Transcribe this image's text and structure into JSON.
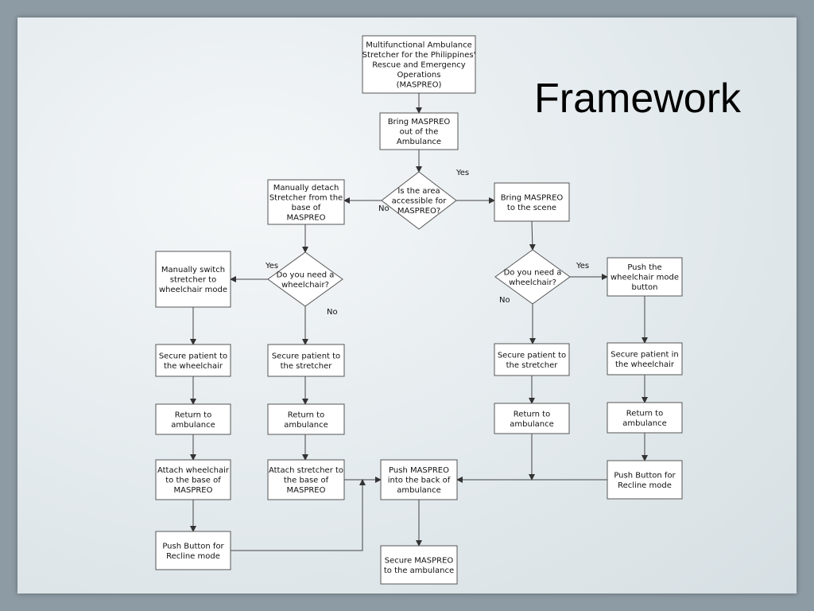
{
  "slide": {
    "title": "Framework"
  },
  "nodes": {
    "start": [
      "Multifunctional Ambulance",
      "Stretcher for the Philippines'",
      "Rescue and Emergency",
      "Operations",
      "(MASPREO)"
    ],
    "bring_out": [
      "Bring MASPREO",
      "out of the",
      "Ambulance"
    ],
    "area_accessible": [
      "Is the area",
      "accessible for",
      "MASPREO?"
    ],
    "manually_detach": [
      "Manually detach",
      "Stretcher from the",
      "base of",
      "MASPREO"
    ],
    "bring_scene": [
      "Bring MASPREO",
      "to the scene"
    ],
    "left_wheelchair_q": [
      "Do you need a",
      "wheelchair?"
    ],
    "manual_switch": [
      "Manually switch",
      "stretcher to",
      "wheelchair mode"
    ],
    "right_wheelchair_q": [
      "Do you need a",
      "wheelchair?"
    ],
    "push_wheelchair_btn": [
      "Push the",
      "wheelchair mode",
      "button"
    ],
    "secure_wc_left": [
      "Secure patient to",
      "the wheelchair"
    ],
    "secure_st_left": [
      "Secure patient to",
      "the stretcher"
    ],
    "secure_st_right": [
      "Secure patient to",
      "the stretcher"
    ],
    "secure_wc_right": [
      "Secure patient in",
      "the wheelchair"
    ],
    "return_1": [
      "Return to",
      "ambulance"
    ],
    "return_2": [
      "Return to",
      "ambulance"
    ],
    "return_3": [
      "Return to",
      "ambulance"
    ],
    "return_4": [
      "Return to",
      "ambulance"
    ],
    "attach_wc": [
      "Attach wheelchair",
      "to the base of",
      "MASPREO"
    ],
    "attach_st": [
      "Attach stretcher to",
      "the base of",
      "MASPREO"
    ],
    "push_back": [
      "Push MASPREO",
      "into the back of",
      "ambulance"
    ],
    "recline_right": [
      "Push Button for",
      "Recline mode"
    ],
    "recline_left": [
      "Push Button for",
      "Recline mode"
    ],
    "secure_maspreo": [
      "Secure MASPREO",
      "to the ambulance"
    ]
  },
  "edge_labels": {
    "area_yes": "Yes",
    "area_no": "No",
    "left_yes": "Yes",
    "left_no": "No",
    "right_yes": "Yes",
    "right_no": "No"
  }
}
